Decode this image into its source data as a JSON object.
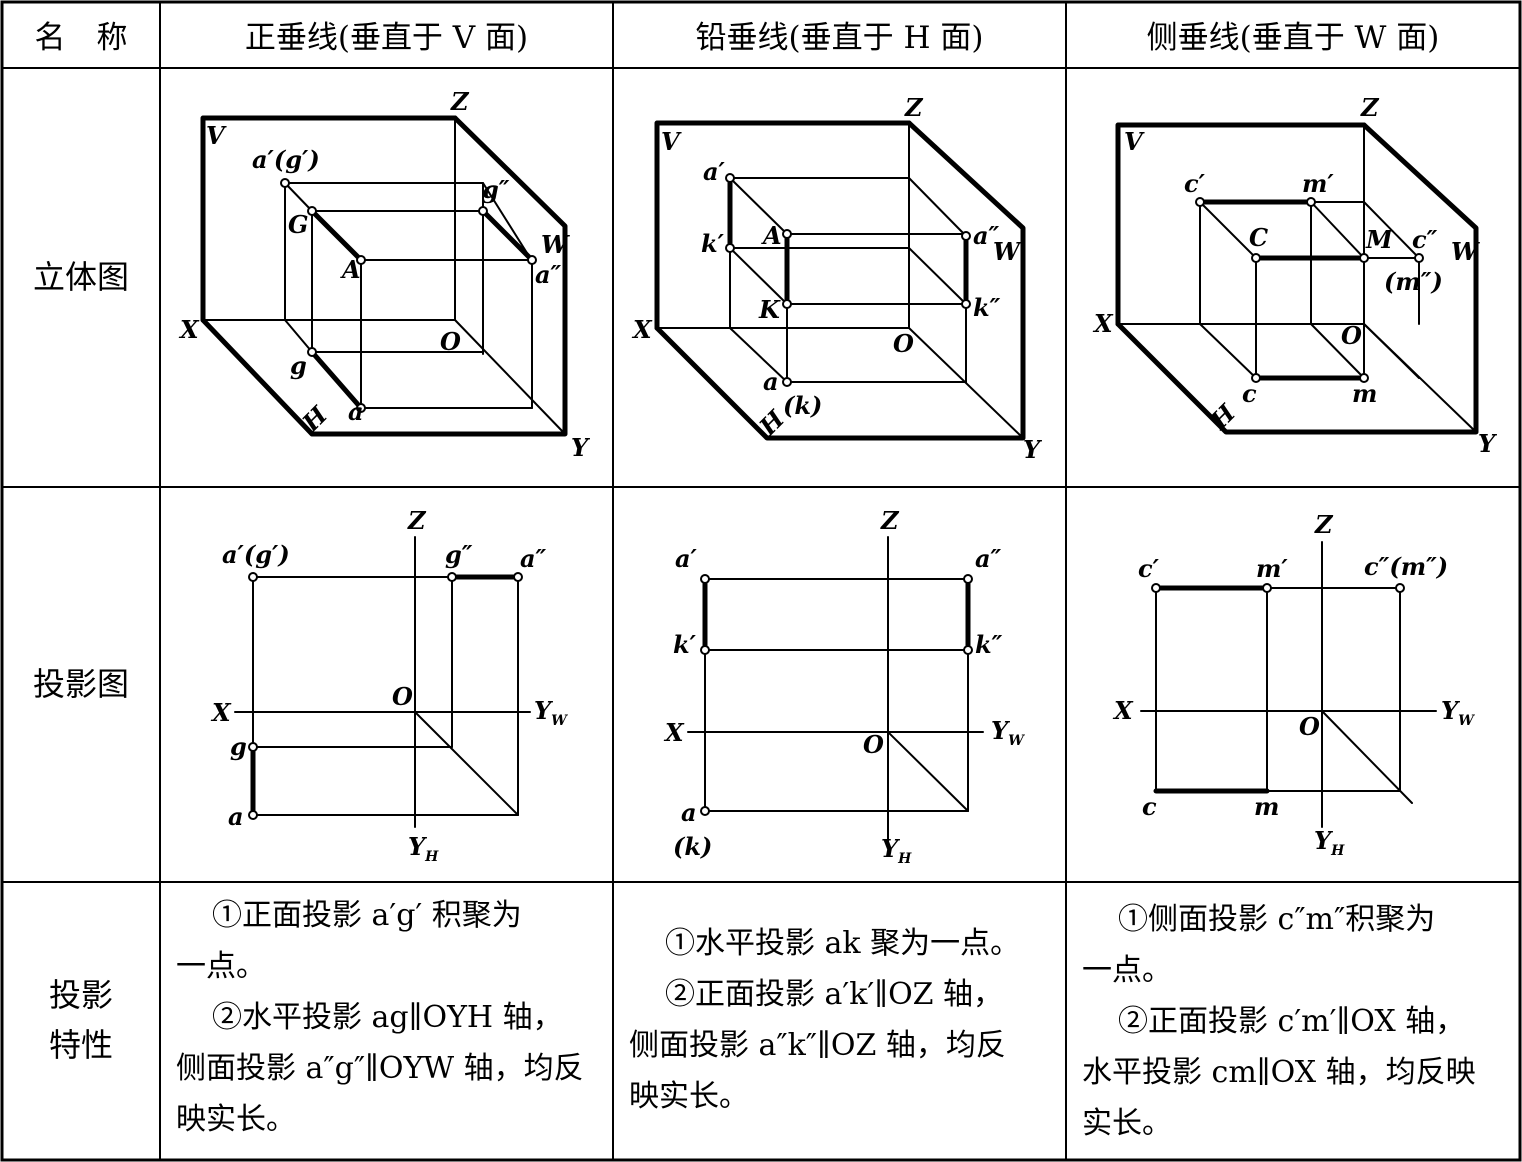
{
  "table": {
    "header_first": "名　称",
    "headers": [
      "正垂线(垂直于 V 面)",
      "铅垂线(垂直于 H 面)",
      "侧垂线(垂直于 W 面)"
    ],
    "row_labels": [
      "立体图",
      "投影图",
      "投影\n特性"
    ]
  },
  "iso_labels": {
    "col1": [
      "Z",
      "V",
      "a′(g′)",
      "g″",
      "G",
      "W",
      "A",
      "a″",
      "X",
      "O",
      "g",
      "H",
      "a",
      "Y"
    ],
    "col2": [
      "Z",
      "V",
      "a′",
      "k′",
      "A",
      "a″",
      "W",
      "K",
      "k″",
      "X",
      "O",
      "a",
      "H",
      "(k)",
      "Y"
    ],
    "col3": [
      "Z",
      "V",
      "c′",
      "m′",
      "C",
      "M",
      "c″",
      "W",
      "(m″)",
      "X",
      "O",
      "c",
      "m",
      "H",
      "Y"
    ]
  },
  "proj_labels": {
    "col1": [
      "Z",
      "a′(g′)",
      "g″",
      "a″",
      "X",
      "O",
      "Y",
      "W",
      "g",
      "a",
      "Y",
      "H"
    ],
    "col2": [
      "Z",
      "a′",
      "a″",
      "k′",
      "k″",
      "X",
      "O",
      "Y",
      "W",
      "a",
      "(k)",
      "Y",
      "H"
    ],
    "col3": [
      "Z",
      "c′",
      "m′",
      "c″(m″)",
      "X",
      "O",
      "Y",
      "W",
      "c",
      "m",
      "Y",
      "H"
    ]
  },
  "properties": {
    "col1": [
      "①正面投影 a′g′ 积聚为",
      "一点。",
      "②水平投影 ag∥OYH 轴，",
      "侧面投影 a″g″∥OYW 轴，均反",
      "映实长。"
    ],
    "col2": [
      "①水平投影 ak 聚为一点。",
      "②正面投影 a′k′∥OZ 轴，",
      "侧面投影 a″k″∥OZ 轴，均反",
      "映实长。"
    ],
    "col3": [
      "①侧面投影 c″m″积聚为",
      "一点。",
      "②正面投影 c′m′∥OX 轴，",
      "水平投影 cm∥OX 轴，均反映",
      "实长。"
    ]
  }
}
